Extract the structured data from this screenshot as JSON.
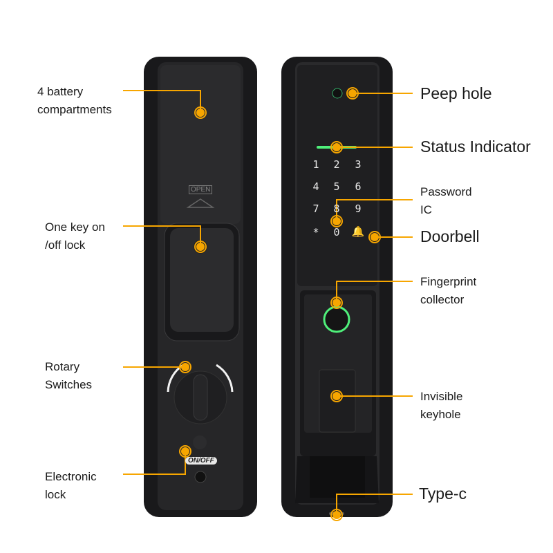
{
  "colors": {
    "accent": "#f7a600",
    "body": "#1c1c1e",
    "panel": "#2a2a2c",
    "indicator": "#4ff07a"
  },
  "left_labels": {
    "battery_line1": "4 battery",
    "battery_line2": "compartments",
    "onekey_line1": "One key on",
    "onekey_line2": "/off lock",
    "rotary_line1": "Rotary",
    "rotary_line2": "Switches",
    "electronic_line1": "Electronic",
    "electronic_line2": "lock"
  },
  "right_labels": {
    "peep_hole": "Peep hole",
    "status_indicator": "Status Indicator",
    "password_line1": "Password",
    "password_line2": "IC",
    "doorbell": "Doorbell",
    "fingerprint_line1": "Fingerprint",
    "fingerprint_line2": "collector",
    "keyhole_line1": "Invisible",
    "keyhole_line2": "keyhole",
    "typec": "Type-c"
  },
  "device": {
    "open_label": "OPEN",
    "onoff_label": "ON/OFF",
    "keypad": [
      "1",
      "2",
      "3",
      "4",
      "5",
      "6",
      "7",
      "8",
      "9",
      "*",
      "0"
    ]
  }
}
